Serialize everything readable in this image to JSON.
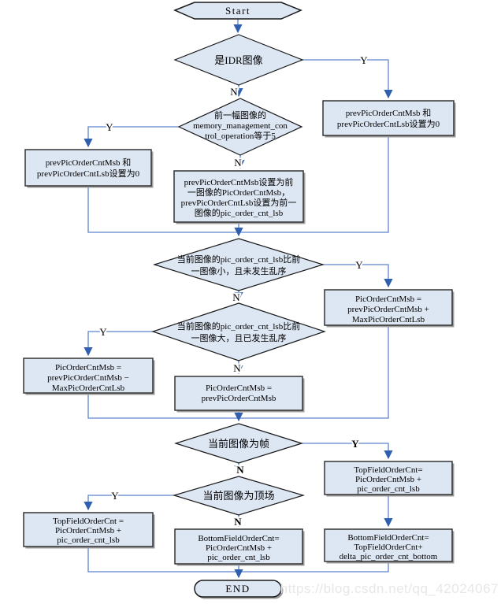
{
  "flowchart": {
    "start": "Start",
    "end": "END",
    "yes": "Y",
    "no": "N",
    "decisions": {
      "is_idr": {
        "lines": [
          "是IDR图像"
        ]
      },
      "mmco5": {
        "lines": [
          "前一幅图像的",
          "memory_management_con",
          "trol_operation等于5"
        ]
      },
      "lsb_smaller": {
        "lines": [
          "当前图像的pic_order_cnt_lsb比前",
          "一图像小，且未发生乱序"
        ]
      },
      "lsb_larger": {
        "lines": [
          "当前图像的pic_order_cnt_lsb比前",
          "一图像大，且已发生乱序"
        ]
      },
      "is_frame": {
        "lines": [
          "当前图像为帧"
        ]
      },
      "is_top_field": {
        "lines": [
          "当前图像为顶场"
        ]
      }
    },
    "processes": {
      "idr_reset": {
        "lines": [
          "prevPicOrderCntMsb 和",
          "prevPicOrderCntLsb设置为0"
        ]
      },
      "mmco_reset": {
        "lines": [
          "prevPicOrderCntMsb 和",
          "prevPicOrderCntLsb设置为0"
        ]
      },
      "prev_copy": {
        "lines": [
          "prevPicOrderCntMsb设置为前",
          "一图像的PicOrderCntMsb，",
          "prevPicOrderCntLsb设置为前一",
          "图像的pic_order_cnt_lsb"
        ]
      },
      "msb_plus": {
        "lines": [
          "PicOrderCntMsb =",
          "prevPicOrderCntMsb +",
          "MaxPicOrderCntLsb"
        ]
      },
      "msb_minus": {
        "lines": [
          "PicOrderCntMsb =",
          "prevPicOrderCntMsb −",
          "MaxPicOrderCntLsb"
        ]
      },
      "msb_same": {
        "lines": [
          "PicOrderCntMsb =",
          "prevPicOrderCntMsb"
        ]
      },
      "top_frame": {
        "lines": [
          "TopFieldOrderCnt=",
          "PicOrderCntMsb +",
          "pic_order_cnt_lsb"
        ]
      },
      "bottom_frame": {
        "lines": [
          "BottomFieldOrderCnt=",
          "TopFieldOrderCnt+",
          "delta_pic_order_cnt_bottom"
        ]
      },
      "top_field": {
        "lines": [
          "TopFieldOrderCnt =",
          "PicOrderCntMsb +",
          "pic_order_cnt_lsb"
        ]
      },
      "bottom_field": {
        "lines": [
          "BottomFieldOrderCnt=",
          "PicOrderCntMsb +",
          "pic_order_cnt_lsb"
        ]
      }
    }
  },
  "watermark": "https://blog.csdn.net/qq_42024067",
  "colors": {
    "shape_fill": "#dde6f3",
    "shape_border": "#1a1a1a",
    "connector": "#5c85cc",
    "arrowhead": "#2f5fae",
    "watermark": "#e7e7e7"
  }
}
